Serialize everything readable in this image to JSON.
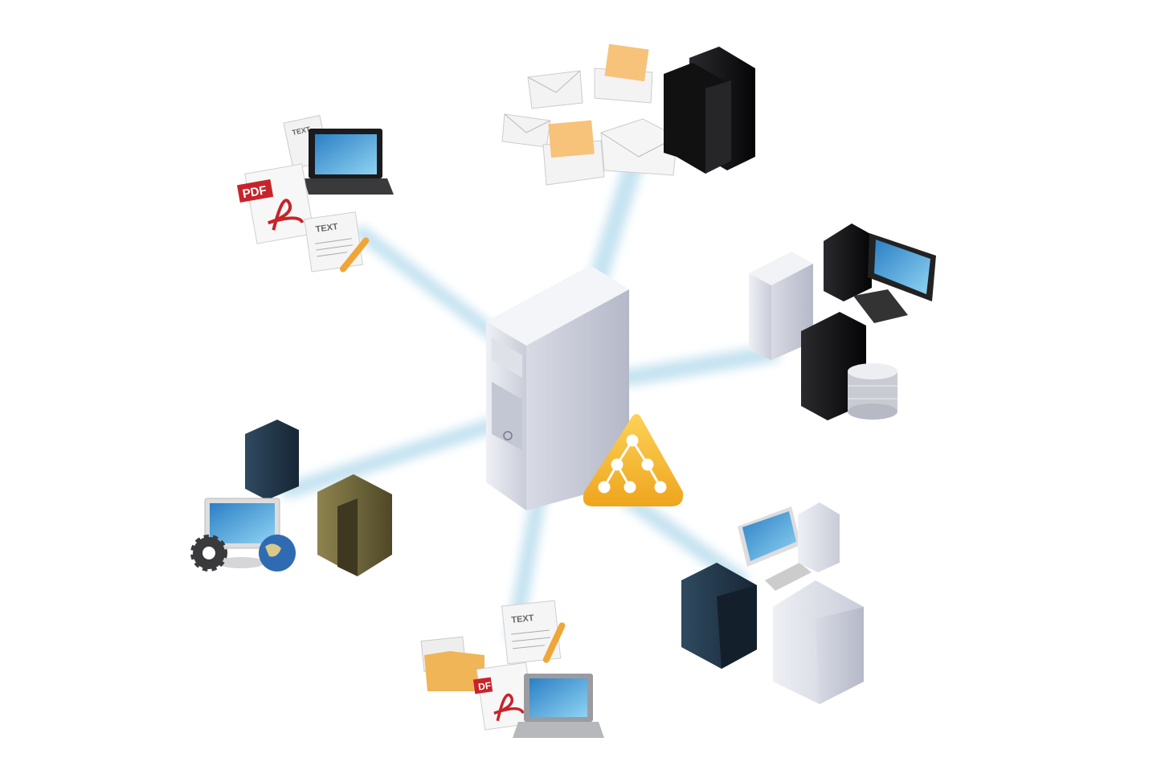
{
  "diagram": {
    "hub": {
      "name": "central-server",
      "badge_icon": "network-tree-icon",
      "badge_color": "#f5b62a"
    },
    "beam_color": "#bfe0ef",
    "labels": {
      "text_doc": "TEXT",
      "pdf": "PDF",
      "pdf_partial": "DF"
    },
    "clusters": [
      {
        "name": "documents-laptop",
        "icons": [
          "text-document-icon",
          "laptop-icon",
          "pdf-document-icon",
          "text-edit-icon"
        ]
      },
      {
        "name": "email-servers",
        "icons": [
          "envelope-icon",
          "open-envelope-icon",
          "black-server-icon"
        ]
      },
      {
        "name": "workstations-database",
        "icons": [
          "white-tower-icon",
          "desktop-computer-icon",
          "black-tower-icon",
          "database-icon"
        ]
      },
      {
        "name": "web-application-servers",
        "icons": [
          "blue-server-icon",
          "monitor-icon",
          "gear-icon",
          "globe-icon",
          "olive-server-icon"
        ]
      },
      {
        "name": "server-cluster",
        "icons": [
          "desktop-computer-icon",
          "white-tower-icon",
          "blue-server-icon",
          "white-server-icon"
        ]
      },
      {
        "name": "files-laptop",
        "icons": [
          "text-edit-icon",
          "folder-icon",
          "pdf-document-icon",
          "laptop-icon"
        ]
      }
    ]
  }
}
